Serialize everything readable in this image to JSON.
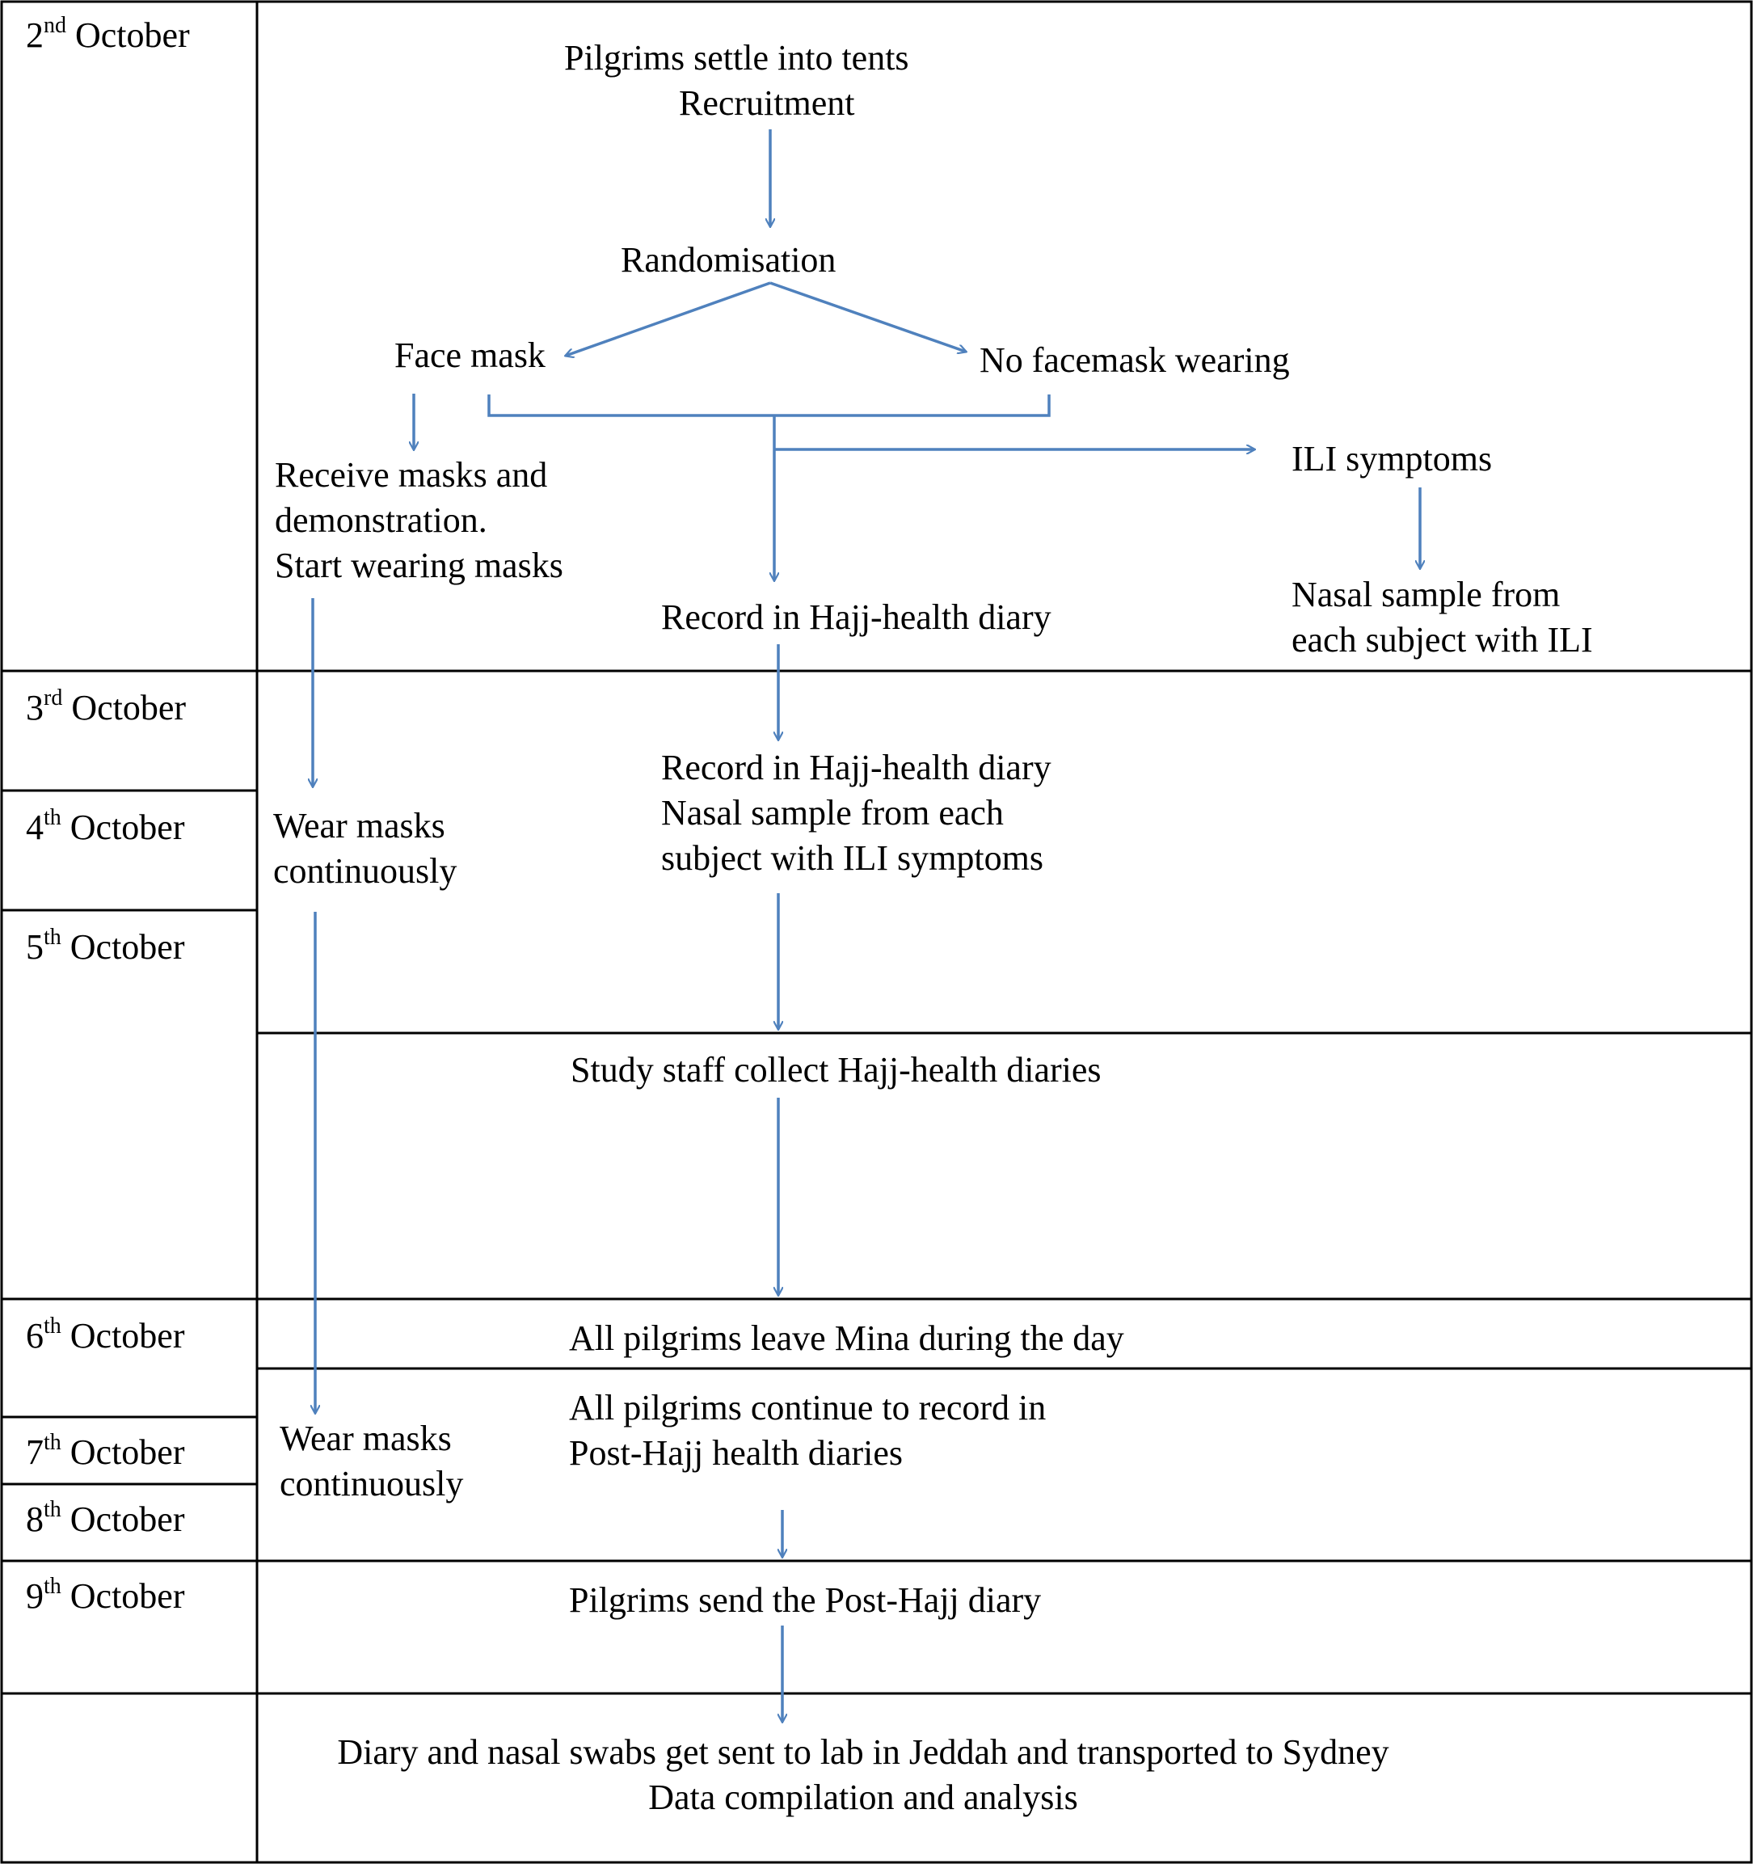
{
  "colors": {
    "border": "#000000",
    "arrow": "#4f81bd",
    "text": "#000000"
  },
  "dates": [
    {
      "num": "2",
      "suffix": "nd",
      "month": "October"
    },
    {
      "num": "3",
      "suffix": "rd",
      "month": "October"
    },
    {
      "num": "4",
      "suffix": "th",
      "month": "October"
    },
    {
      "num": "5",
      "suffix": "th",
      "month": "October"
    },
    {
      "num": "6",
      "suffix": "th",
      "month": "October"
    },
    {
      "num": "7",
      "suffix": "th",
      "month": "October"
    },
    {
      "num": "8",
      "suffix": "th",
      "month": "October"
    },
    {
      "num": "9",
      "suffix": "th",
      "month": "October"
    }
  ],
  "nodes": {
    "start_line1": "Pilgrims settle into tents",
    "start_line2": "Recruitment",
    "randomisation": "Randomisation",
    "face_mask": "Face mask",
    "no_facemask": "No facemask wearing",
    "receive_line1": "Receive masks and",
    "receive_line2": "demonstration.",
    "receive_line3": "Start wearing masks",
    "ili_symptoms": "ILI symptoms",
    "record_diary": "Record in Hajj-health diary",
    "nasal_line1": "Nasal sample from",
    "nasal_line2": "each subject with ILI",
    "record2_line1": "Record in Hajj-health diary",
    "record2_line2": "Nasal sample from each",
    "record2_line3": "subject with ILI symptoms",
    "wear1_line1": "Wear masks",
    "wear1_line2": "continuously",
    "collect": "Study staff collect Hajj-health diaries",
    "leave_mina": "All pilgrims leave Mina during the day",
    "continue_line1": "All pilgrims continue to record in",
    "continue_line2": "Post-Hajj health diaries",
    "wear2_line1": "Wear masks",
    "wear2_line2": "continuously",
    "send_diary": "Pilgrims send the Post-Hajj diary",
    "final_line1": "Diary and nasal swabs get sent to lab in Jeddah and transported to Sydney",
    "final_line2": "Data compilation and analysis"
  }
}
